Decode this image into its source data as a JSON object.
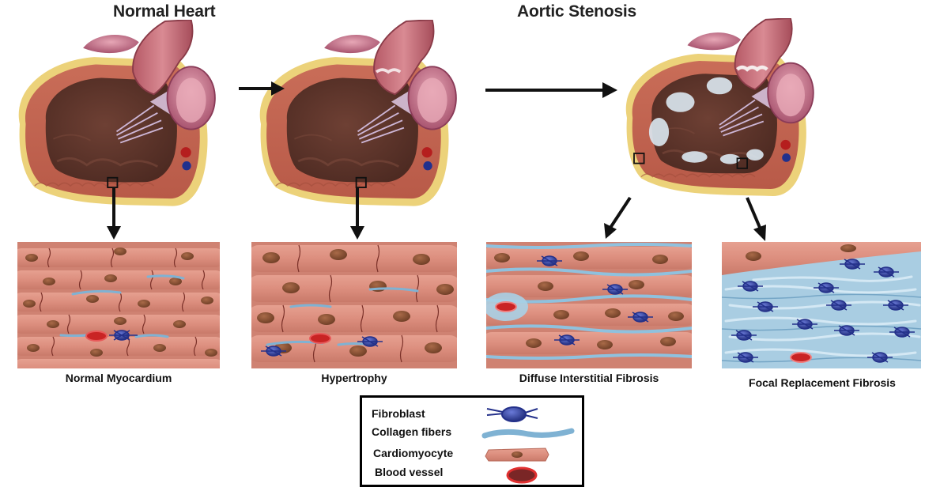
{
  "titles": {
    "normal": "Normal Heart",
    "stenosis": "Aortic Stenosis"
  },
  "panels": [
    {
      "caption": "Normal Myocardium"
    },
    {
      "caption": "Hypertrophy"
    },
    {
      "caption": "Diffuse Interstitial Fibrosis"
    },
    {
      "caption": "Focal Replacement Fibrosis"
    }
  ],
  "legend": {
    "fibroblast": "Fibroblast",
    "collagen": "Collagen fibers",
    "cardiomyocyte": "Cardiomyocyte",
    "vessel": "Blood vessel"
  },
  "colors": {
    "muscle": "#d98b7a",
    "nucleus": "#8a5032",
    "fibroblast": "#2e3f9a",
    "collagen": "#8fc1de",
    "vessel": "#d02828",
    "chamber": "#5b3328",
    "fat": "#ecd27a"
  }
}
